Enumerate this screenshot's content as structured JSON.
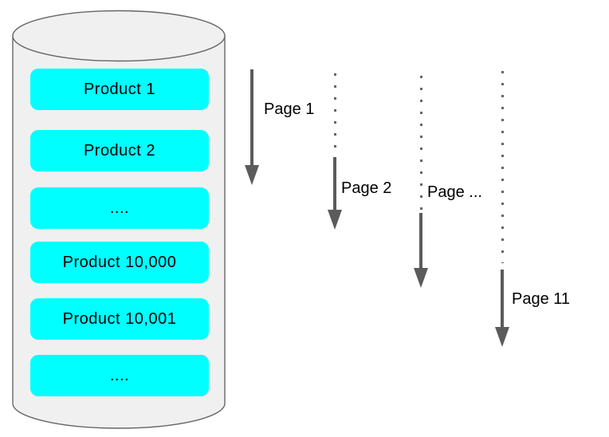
{
  "diagram": {
    "database": {
      "products": [
        "Product 1",
        "Product 2",
        "....",
        "Product 10,000",
        "Product 10,001",
        "...."
      ]
    },
    "pages": [
      {
        "label": "Page 1"
      },
      {
        "label": "Page 2"
      },
      {
        "label": "Page ..."
      },
      {
        "label": "Page 11"
      }
    ],
    "colors": {
      "product_fill": "#00ffff",
      "cylinder_fill": "#f0f0f0",
      "cylinder_stroke": "#666666",
      "arrow": "#5b5b5b",
      "dot": "#666666",
      "text": "#000000"
    }
  }
}
